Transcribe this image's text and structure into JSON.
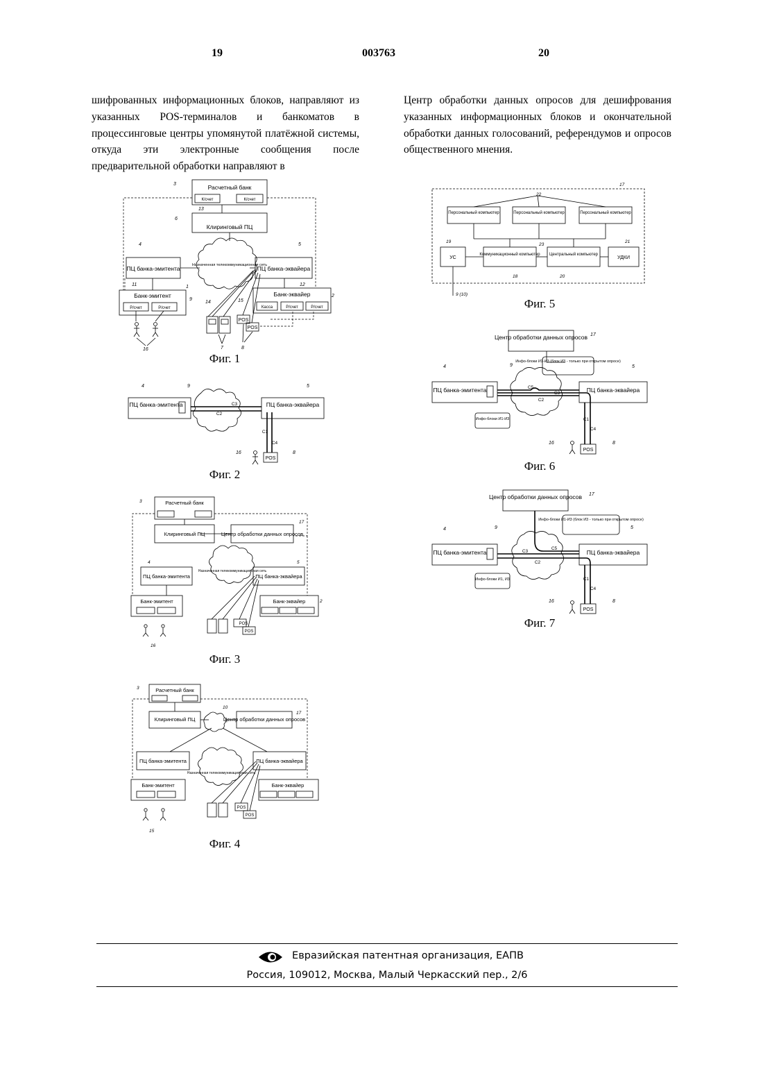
{
  "header": {
    "page_left": "19",
    "doc_number": "003763",
    "page_right": "20"
  },
  "text": {
    "left_column": "шифрованных информационных блоков, направляют из указанных POS-терминалов и банкоматов в процессинговые центры упомянутой платёжной системы, откуда эти электронные сообщения после предварительной обработки направляют в",
    "right_column": "Центр обработки данных опросов для дешифрования указанных информационных блоков и окончательной обработки данных голосований, референдумов и опросов общественного мнения."
  },
  "labels": {
    "settlement_bank": "Расчетный банк",
    "kschet": "К/счет",
    "rschet": "Р/счет",
    "kassa": "Касса",
    "clearing_pc": "Клиринговый ПЦ",
    "issuer_pc": "ПЦ банка-эмитента",
    "acquirer_pc": "ПЦ банка-эквайера",
    "issuer_bank": "Банк-эмитент",
    "acquirer_bank": "Банк-эквайер",
    "network": "Назначенная телекоммуникационная сеть",
    "pos": "POS",
    "poll_center": "Центр обработки данных опросов",
    "personal_computer": "Персональный компьютер",
    "us": "УС",
    "comm_computer": "Коммуникационный компьютер",
    "central_computer": "Центральный компьютер",
    "udki": "УДКИ",
    "info_blocks_f6_center": "Инфо-блоки И1-И3 (блок И3 - только при открытом опросе)",
    "info_blocks_f6_issuer": "Инфо-блоки И1-И3",
    "info_blocks_f7_center": "Инфо-блоки И1-И3 (блок И3 - только при открытом опросе)",
    "info_blocks_f7_issuer": "Инфо-блоки И1, И3",
    "c1": "C1",
    "c2": "C2",
    "c3": "C3",
    "c4": "C4",
    "c5": "C5"
  },
  "numbers": {
    "n1": "1",
    "n2": "2",
    "n3": "3",
    "n4": "4",
    "n5": "5",
    "n6": "6",
    "n7": "7",
    "n8": "8",
    "n9": "9",
    "n9_10": "9 (10)",
    "n10": "10",
    "n11": "11",
    "n12": "12",
    "n13": "13",
    "n14": "14",
    "n15": "15",
    "n16": "16",
    "n17": "17",
    "n18": "18",
    "n19": "19",
    "n20": "20",
    "n21": "21",
    "n22": "22",
    "n23": "23"
  },
  "captions": {
    "fig1": "Фиг. 1",
    "fig2": "Фиг. 2",
    "fig3": "Фиг. 3",
    "fig4": "Фиг. 4",
    "fig5": "Фиг. 5",
    "fig6": "Фиг. 6",
    "fig7": "Фиг. 7"
  },
  "footer": {
    "organization": "Евразийская патентная организация, ЕАПВ",
    "address": "Россия, 109012, Москва, Малый Черкасский пер., 2/6",
    "logo_icon": "eapo-eye-logo"
  }
}
